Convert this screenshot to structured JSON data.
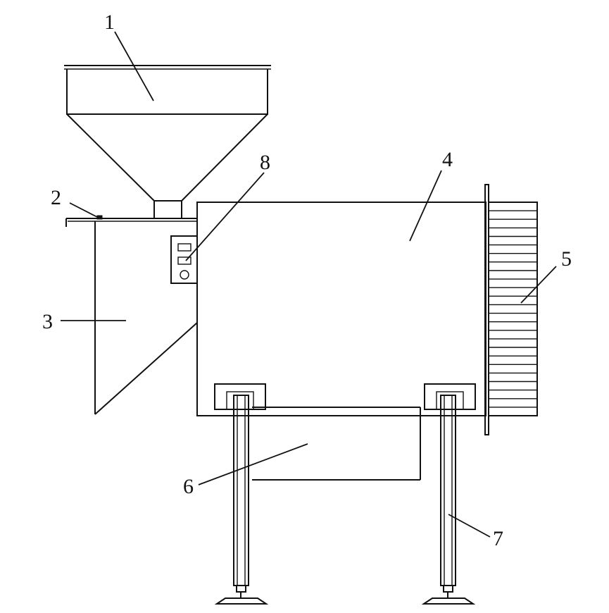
{
  "colors": {
    "line": "#111111",
    "background": "#ffffff"
  },
  "labels": [
    {
      "id": "1",
      "text": "1"
    },
    {
      "id": "2",
      "text": "2"
    },
    {
      "id": "3",
      "text": "3"
    },
    {
      "id": "4",
      "text": "4"
    },
    {
      "id": "5",
      "text": "5"
    },
    {
      "id": "6",
      "text": "6"
    },
    {
      "id": "7",
      "text": "7"
    },
    {
      "id": "8",
      "text": "8"
    }
  ]
}
